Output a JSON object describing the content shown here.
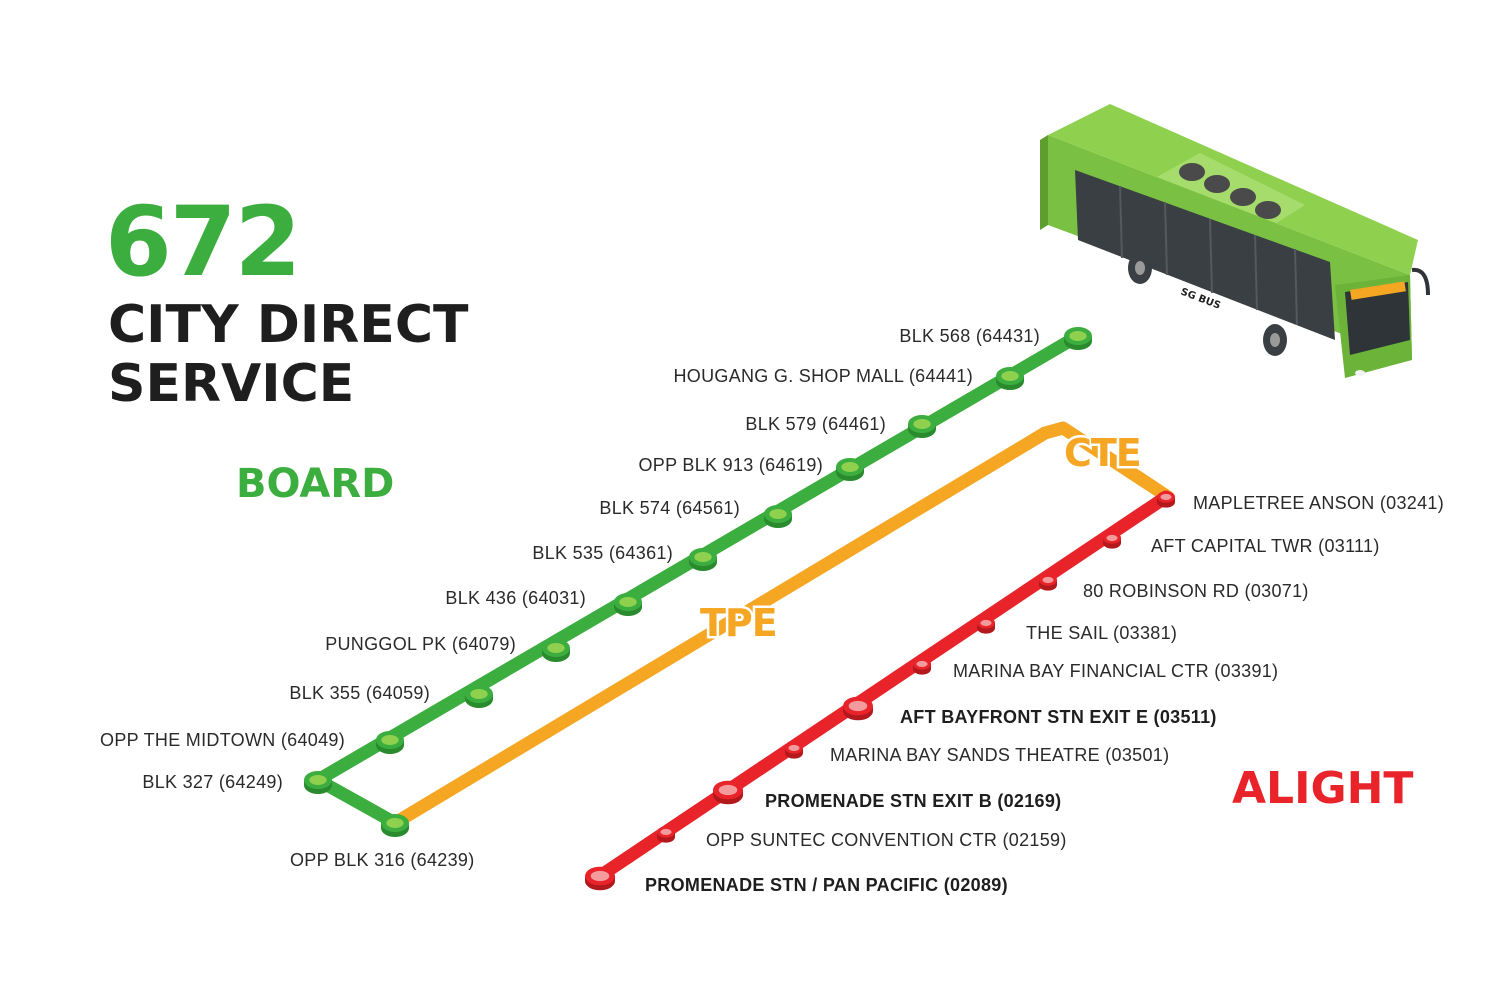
{
  "service": {
    "number": "672",
    "title_line1": "CITY DIRECT",
    "title_line2": "SERVICE"
  },
  "sections": {
    "board": "BOARD",
    "alight": "ALIGHT"
  },
  "expressways": [
    "CTE",
    "TPE"
  ],
  "colors": {
    "board_green": "#3cae3f",
    "expressway_orange": "#f5a623",
    "alight_red": "#e8232a",
    "bus_body": "#7ac143"
  },
  "bus": {
    "logo_text": "SG BUS"
  },
  "boarding_stops": [
    {
      "label": "BLK 568 (64431)"
    },
    {
      "label": "HOUGANG G. SHOP MALL (64441)"
    },
    {
      "label": "BLK 579 (64461)"
    },
    {
      "label": "OPP BLK 913 (64619)"
    },
    {
      "label": "BLK 574 (64561)"
    },
    {
      "label": "BLK 535 (64361)"
    },
    {
      "label": "BLK 436 (64031)"
    },
    {
      "label": "PUNGGOL PK (64079)"
    },
    {
      "label": "BLK 355 (64059)"
    },
    {
      "label": "OPP THE MIDTOWN (64049)"
    },
    {
      "label": "BLK 327 (64249)"
    },
    {
      "label": "OPP BLK 316 (64239)"
    }
  ],
  "alighting_stops": [
    {
      "label": "MAPLETREE ANSON (03241)",
      "major": false
    },
    {
      "label": "AFT CAPITAL TWR (03111)",
      "major": false
    },
    {
      "label": "80 ROBINSON RD (03071)",
      "major": false
    },
    {
      "label": "THE SAIL (03381)",
      "major": false
    },
    {
      "label": "MARINA BAY FINANCIAL CTR (03391)",
      "major": false
    },
    {
      "label": "AFT BAYFRONT STN EXIT E (03511)",
      "major": true
    },
    {
      "label": "MARINA BAY SANDS THEATRE (03501)",
      "major": false
    },
    {
      "label": "PROMENADE STN EXIT B (02169)",
      "major": true
    },
    {
      "label": "OPP SUNTEC CONVENTION CTR (02159)",
      "major": false
    },
    {
      "label": "PROMENADE STN / PAN PACIFIC (02089)",
      "major": true
    }
  ]
}
